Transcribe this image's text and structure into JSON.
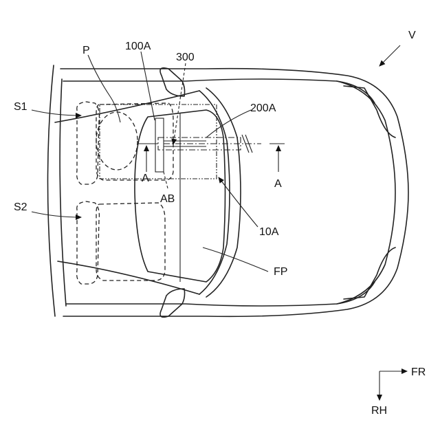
{
  "labels": {
    "V": "V",
    "P": "P",
    "ref_100A": "100A",
    "ref_300": "300",
    "ref_200A": "200A",
    "S1": "S1",
    "S2": "S2",
    "A_left": "A",
    "A_right": "A",
    "AB": "AB",
    "ref_10A": "10A",
    "FP": "FP"
  },
  "direction": {
    "forward": "FR",
    "right_hand": "RH"
  }
}
